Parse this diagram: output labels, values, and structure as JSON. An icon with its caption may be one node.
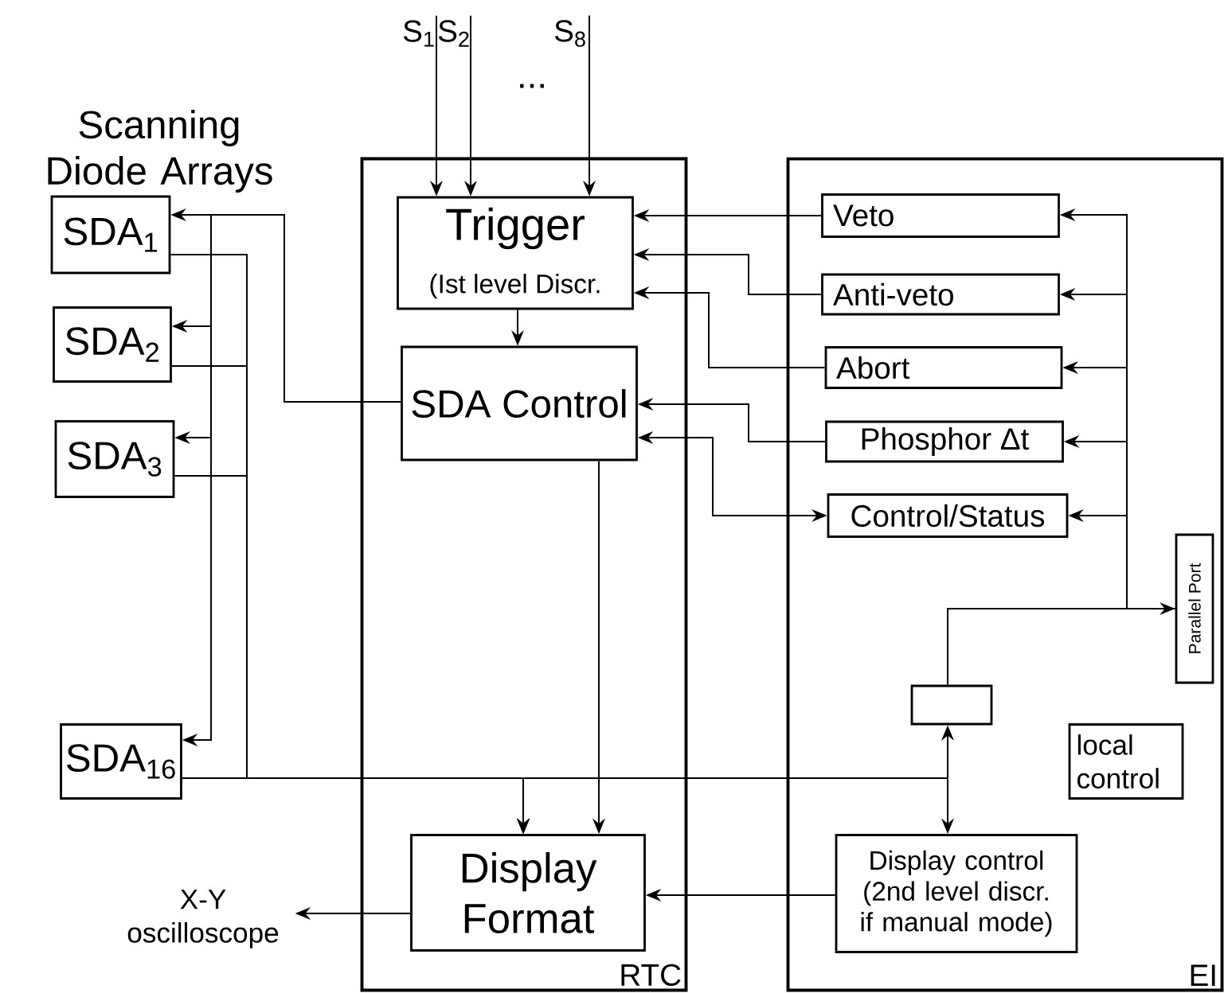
{
  "diagram": {
    "nodes": [
      {
        "text": [
          "S$_{1}$"
        ]
      },
      {
        "text": [
          "S$_{2}$"
        ]
      },
      {
        "text": [
          "S$_{8}$"
        ]
      },
      {
        "text": [
          "RTC"
        ]
      },
      {
        "text": [
          "Trigger",
          "(Ist level Discr."
        ],
        "in": 3
      },
      {
        "text": [
          "SDA Control"
        ],
        "in": 3
      },
      {
        "text": [
          "Display Format"
        ],
        "in": 3
      },
      {
        "text": [
          "EI"
        ]
      },
      {
        "text": [
          "Veto"
        ],
        "in": 7
      },
      {
        "text": [
          "Anti-veto"
        ],
        "in": 7
      },
      {
        "text": [
          "Abort"
        ],
        "in": 7
      },
      {
        "text": [
          "Phosphor Δt"
        ],
        "in": 7
      },
      {
        "text": [
          "Control/Status"
        ],
        "in": 7
      },
      {
        "text": [
          "Parallel Port"
        ],
        "in": 7
      },
      {
        "text": [],
        "shape": "box",
        "in": 7
      },
      {
        "text": [
          "local control"
        ],
        "in": 7
      },
      {
        "text": [
          "Display control (2nd level discr. if manual mode)"
        ],
        "in": 7
      },
      {
        "text": [
          "SDA$_{1}$"
        ]
      },
      {
        "text": [
          "SDA$_{2}$"
        ]
      },
      {
        "text": [
          "SDA$_{3}$"
        ]
      },
      {
        "text": [
          "SDA$_{16}$"
        ]
      },
      {
        "text": [
          "X-Y oscilloscope"
        ]
      }
    ],
    "edges": [
      {
        "from": 0,
        "to": 4,
        "arrow": "to"
      },
      {
        "from": 1,
        "to": 4,
        "arrow": "to"
      },
      {
        "from": 2,
        "to": 4,
        "arrow": "to"
      },
      {
        "from": 4,
        "to": 5,
        "arrow": "to"
      },
      {
        "from": 5,
        "to": 17,
        "arrow": "to"
      },
      {
        "from": 5,
        "to": 18,
        "arrow": "to"
      },
      {
        "from": 5,
        "to": 19,
        "arrow": "to"
      },
      {
        "from": 5,
        "to": 20,
        "arrow": "to"
      },
      {
        "from": 17,
        "to": 6,
        "arrow": "to"
      },
      {
        "from": 18,
        "to": 6,
        "arrow": "to"
      },
      {
        "from": 19,
        "to": 6,
        "arrow": "to"
      },
      {
        "from": 20,
        "to": 6,
        "arrow": "to"
      },
      {
        "from": 5,
        "to": 6,
        "arrow": "to"
      },
      {
        "from": 8,
        "to": 4,
        "arrow": "to"
      },
      {
        "from": 9,
        "to": 4,
        "arrow": "to"
      },
      {
        "from": 10,
        "to": 4,
        "arrow": "to"
      },
      {
        "from": 11,
        "to": 5,
        "arrow": "to"
      },
      {
        "from": 5,
        "to": 12,
        "arrow": "both"
      },
      {
        "from": 13,
        "to": 8,
        "arrow": "to"
      },
      {
        "from": 13,
        "to": 9,
        "arrow": "to"
      },
      {
        "from": 13,
        "to": 10,
        "arrow": "to"
      },
      {
        "from": 13,
        "to": 11,
        "arrow": "to"
      },
      {
        "from": 13,
        "to": 12,
        "arrow": "to"
      },
      {
        "from": 14,
        "to": 13,
        "arrow": "to"
      },
      {
        "from": 14,
        "to": 16,
        "arrow": "both"
      },
      {
        "from": 16,
        "to": 6,
        "arrow": "to"
      },
      {
        "from": 6,
        "to": 21,
        "arrow": "to"
      }
    ],
    "labels": [
      "...",
      "Scanning Diode Arrays"
    ]
  }
}
